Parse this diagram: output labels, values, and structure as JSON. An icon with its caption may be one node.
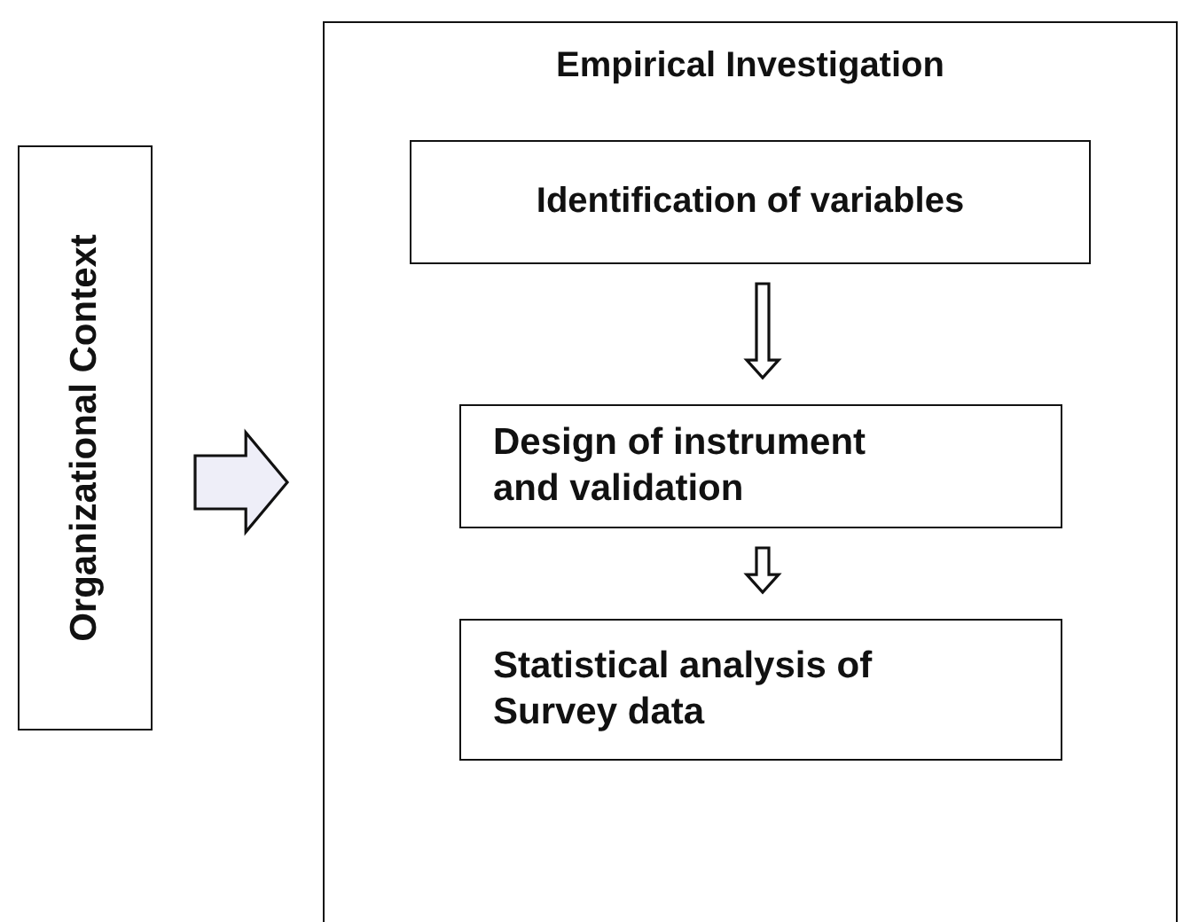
{
  "diagram": {
    "nodes": [
      {
        "text": [
          "Organizational Context"
        ]
      },
      {
        "text": [
          "Empirical Investigation"
        ]
      },
      {
        "text": [
          "Identification of variables"
        ],
        "in": 1
      },
      {
        "text": [
          "Design of instrument and validation"
        ],
        "in": 1
      },
      {
        "text": [
          "Statistical analysis of Survey data"
        ],
        "in": 1
      }
    ],
    "edges": [
      {
        "from": 0,
        "to": 1,
        "arrow": "to"
      },
      {
        "from": 2,
        "to": 3,
        "arrow": "to"
      },
      {
        "from": 3,
        "to": 4,
        "arrow": "to"
      }
    ]
  }
}
